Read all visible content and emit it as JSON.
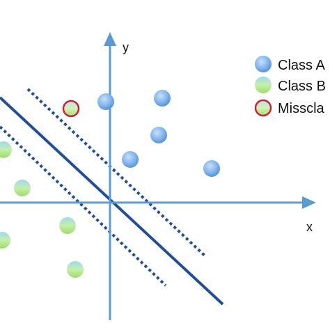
{
  "axes": {
    "x_label": "x",
    "y_label": "y"
  },
  "legend": [
    {
      "label": "Class A",
      "kind": "class-a"
    },
    {
      "label": "Class B",
      "kind": "class-b"
    },
    {
      "label": "Misscla",
      "kind": "misclassified"
    }
  ],
  "colors": {
    "axis": "#5b9bd5",
    "boundary": "#1f4e9c",
    "margin": "#1f4e9c",
    "class_a": "#6fa8e8",
    "class_b": "#b8ec8a",
    "misclassified_edge": "#cc2233"
  }
}
